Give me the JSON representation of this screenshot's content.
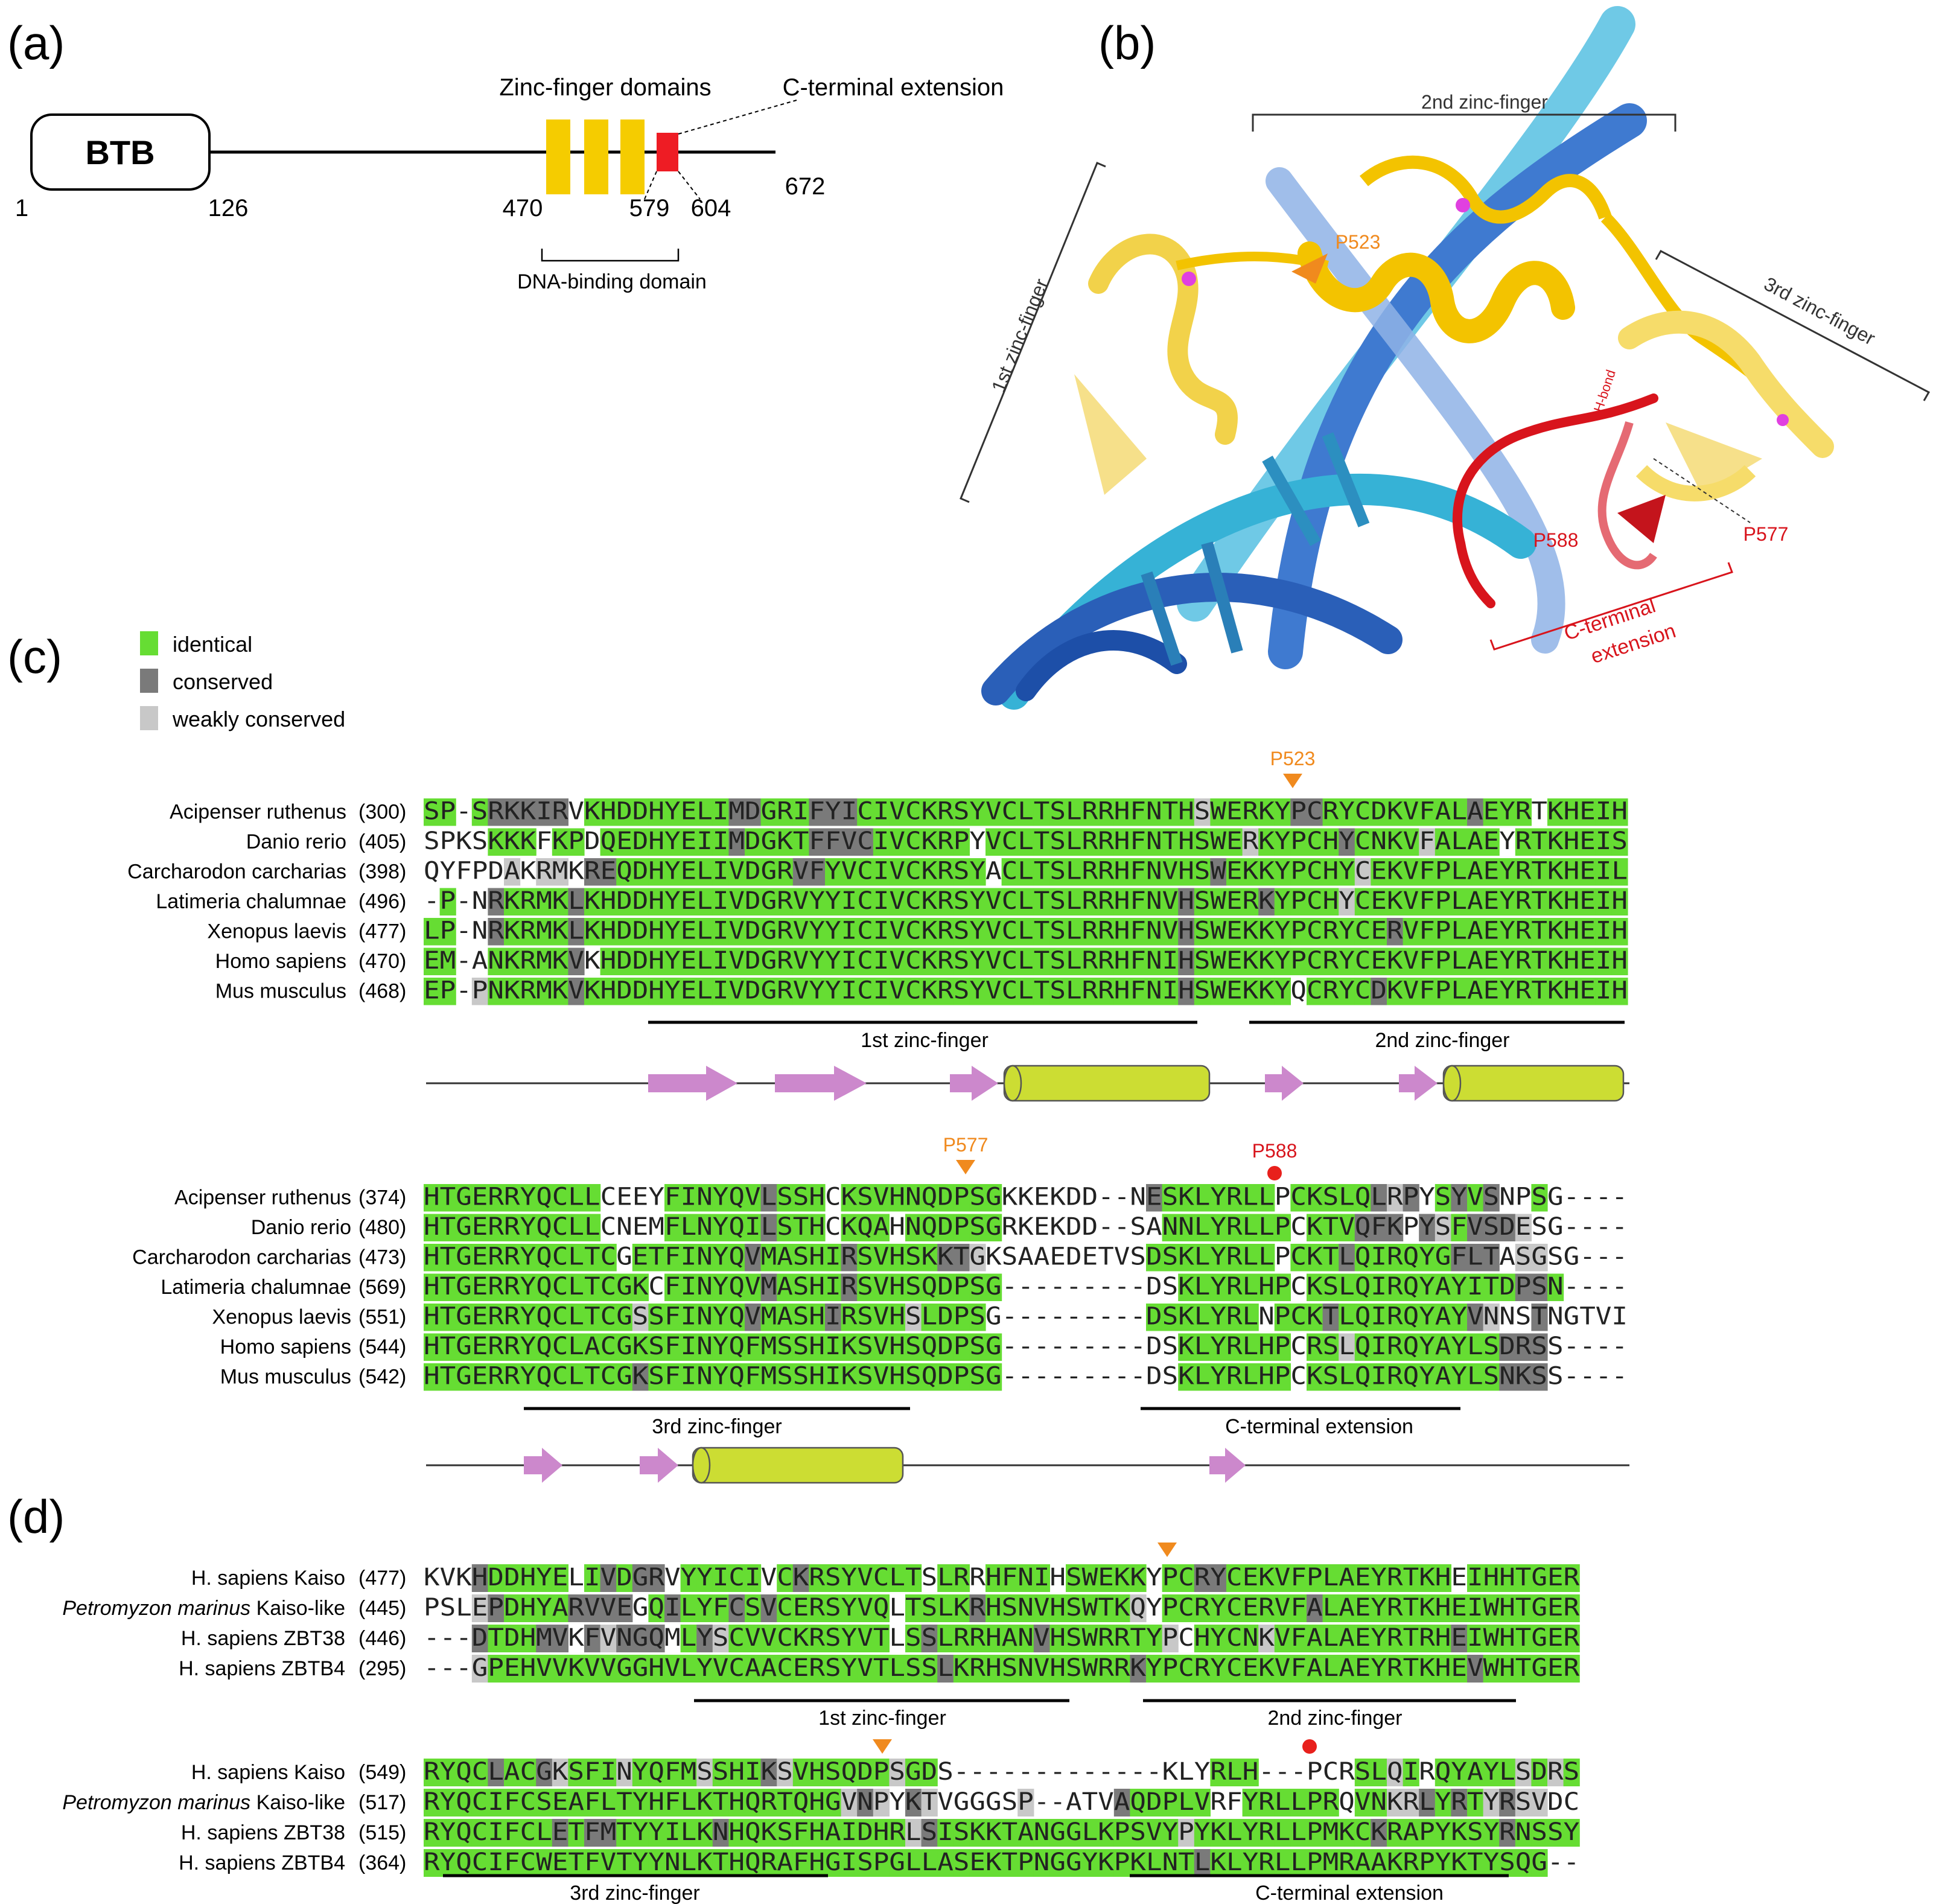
{
  "panel_labels": {
    "a": "(a)",
    "b": "(b)",
    "c": "(c)",
    "d": "(d)"
  },
  "colors": {
    "identical": "#66dd33",
    "conserved": "#7a7a7a",
    "weak": "#c8c8c8",
    "zinc_domain": "#f5cc00",
    "c_term": "#ee1c24",
    "strand": "#cc88cc",
    "helix": "#ccdd33",
    "orange_marker": "#f08a1e",
    "red_marker": "#e8201c"
  },
  "panel_a": {
    "btb_label": "BTB",
    "zinc_label": "Zinc-finger domains",
    "cterm_label": "C-terminal extension",
    "dbd_label": "DNA-binding domain",
    "numbers": {
      "n1": "1",
      "n126": "126",
      "n470": "470",
      "n579": "579",
      "n604": "604",
      "n672": "672"
    }
  },
  "panel_b": {
    "zf1": "1st zinc-finger",
    "zf2": "2nd zinc-finger",
    "zf3": "3rd zinc-finger",
    "cterm": "C-terminal extension",
    "hbond": "H-bond",
    "p523": "P523",
    "p577": "P577",
    "p588": "P588"
  },
  "legend": {
    "identical": "identical",
    "conserved": "conserved",
    "weak": "weakly conserved"
  },
  "panel_c": {
    "block1": {
      "marker_label": "P523",
      "rows": [
        {
          "name": "Acipenser ruthenus",
          "num": "(300)",
          "seq": "SP-SRKKIRVKHDDHYELIMDGRIFYICIVCKRSYVCLTSLRRHFNTHSWERKYPCRYCDKVFALAEYRTKHEIH",
          "shade": "ii.iccccc.iiiiiiiiicciiiccciiiiiiiiiiiiiiiiiiiiiwiiiiicciiiiiiiiiciii.iiiiiiiiiiii"
        },
        {
          "name": "Danio rerio",
          "num": "(405)",
          "seq": "SPKSKKKFKPDQEDHYEIIMDGKTFFVCIVCKRPYVCLTSLRRHFNTHSWERKYPCHYCNKVFALAEYRTKHEIS",
          "shade": "....iii.ii.iiiiiiiiciiiicccciiiiii.iiiiiiiiiiiiiiiiwiiiiiciiiiwiiii.iiiiiiiiiiii."
        },
        {
          "name": "Carcharodon carcharias",
          "num": "(398)",
          "seq": "QYFPDAKRMKREQDHYELIVDGRVFYVCIVCKRSYACLTSLRRHFNVHSWEKKYPCHYCEKVFPLAEYRTKHEIL",
          "shade": ".....w.ww.cciiiiiiiiiiicciiiiiiiiii.iiiiiiiiiiiiiciiiiiiiiwiiiiiiiiiiiiiiiiiii."
        },
        {
          "name": "Latimeria chalumnae",
          "num": "(496)",
          "seq": "-P-NRKRMKLKHDDHYELIVDGRVYYICIVCKRSYVCLTSLRRHFNVHSWERKYPCHYCEKVFPLAEYRTKHEIH",
          "shade": ".i..ciiiiciiiiiiiiiiiiiiiiiiiiiiiiiiiiiiiiiiiiiciiiiciiiiwiiiiiiiiiiiiiiiiiiiii"
        },
        {
          "name": "Xenopus laevis",
          "num": "(477)",
          "seq": "LP-NRKRMKLKHDDHYELIVDGRVYYICIVCKRSYVCLTSLRRHFNVHSWEKKYPCRYCERVFPLAEYRTKHEIH",
          "shade": "ii..ciiiiciiiiiiiiiiiiiiiiiiiiiiiiiiiiiiiiiiiiiciiiiiiiiiiiiciiiiiiiiiiiiiiiiii"
        },
        {
          "name": "Homo sapiens",
          "num": "(470)",
          "seq": "EM-ANKRMKVKHDDHYELIVDGRVYYICIVCKRSYVCLTSLRRHFNIHSWEKKYPCRYCEKVFPLAEYRTKHEIH",
          "shade": "ii..iiiiicuiiiiiiiiiiiiiiiiiiiiiiiiiiiiiiiiiiiiciiiiiiiiiiiiiiiiiiiiiiiiiiiiiii"
        },
        {
          "name": "Mus musculus",
          "num": "(468)",
          "seq": "EP-PNKRMKVKHDDHYELIVDGRVYYICIVCKRSYVCLTSLRRHFNIHSWEKKYQCRYCDKVFPLAEYRTKHEIH",
          "shade": "ii.wiiiiiciiiiiiiiiiiiiiiiiiiiiiiiiiiiiiiiiiiiiciiiiii.iiiiciiiiiiiiiiiiiiiiiii"
        }
      ],
      "zf_labels": [
        "1st zinc-finger",
        "2nd zinc-finger"
      ]
    },
    "block2": {
      "marker_p577": "P577",
      "marker_p588": "P588",
      "rows": [
        {
          "name": "Acipenser  ruthenus",
          "num": "(374)",
          "seq": "HTGERRYQCLLCEEYFINYQVLSSHCKSVHNQDPSGKKEKDD--NESKLYRLLPCKSLQLRPYSYVSNPSG----",
          "shade": "iiiiiiiiiii....iiiiiiciii.iiiiiiiiii.........ciiiiiii.iiiiicwc.icic..i.iww...."
        },
        {
          "name": "Danio rerio",
          "num": "(480)",
          "seq": "HTGERRYQCLLCNEMFLNYQILSTHCKQAHNQDPSGRKEKDD--SANNLYRLLPCKTVQFKPYSFVSDESG----",
          "shade": "iiiiiiiiiii....iiiiiiciii.iii.iiiiii..........iiiiiiii.iiiccc.cwicccw.....ww...."
        },
        {
          "name": "Carcharodon carcharias",
          "num": "(473)",
          "seq": "HTGERRYQCLTCGETFINYQVMASHIRSVHSKKTGKSAAEDETVSDSKLYRLLPCKTLQIRQYGFLTASGSG---",
          "shade": "iiiiiiiiiiii.iiiiiiiciiiiiciiiiiccw..........iiiiiiii.iiiciiiiiiccc.ww....."
        },
        {
          "name": "Latimeria chalumnae",
          "num": "(569)",
          "seq": "HTGERRYQCLTCGKCFINYQVMASHIRSVHSQDPSG---------DSKLYRLHPCKSLQIRQYAYITDPSN----",
          "shade": "iiiiiiiiiiiiii.iiiiiiciiiiciiiiiiiiii..........iiiiiii.iiiiiiiiiiiiiccii.i.i...."
        },
        {
          "name": "Xenopus laevis",
          "num": "(551)",
          "seq": "HTGERRYQCLTCGSSFINYQVMASHIRSVHSLDPSG---------DSKLYRLNPCKTLQIRQYAYVNNSTNGTVI",
          "shade": "iiiiiiiiiiiiiwiiiiiiciiiiciiiiwiiii..........iiiiiii.iiiciiiiiiiicw..c....."
        },
        {
          "name": "Homo sapiens",
          "num": "(544)",
          "seq": "HTGERRYQCLACGKSFINYQFMSSHIKSVHSQDPSG---------DSKLYRLHPCRSLQIRQYAYLSDRSS----",
          "shade": "iiiiiiiiiiiiiiiiiiiiiiiiiiiiiiiiiiiii..........iiiiiii.iiwiiiiiiiiiccc.ii.i...."
        },
        {
          "name": "Mus musculus",
          "num": "(542)",
          "seq": "HTGERRYQCLTCGKSFINYQFMSSHIKSVHSQDPSG---------DSKLYRLHPCKSLQIRQYAYLSNKSS----",
          "shade": "iiiiiiiiiiiiiciiiiiiiiiiiiiiiiiiiiiii..........iiiiiii.iiiiiiiiiiiiccc..ii.i...."
        }
      ],
      "zf_labels": [
        "3rd zinc-finger",
        "C-terminal extension"
      ]
    }
  },
  "panel_d": {
    "block1": {
      "rows": [
        {
          "name": "H. sapiens Kaiso",
          "italic": "",
          "suffix": "",
          "num": "(477)",
          "seq": "KVKHDDHYELIVDGRVYYICIVCKRSYVCLTSLRRHFNIHSWEKKYPCRYCEKVFPLAEYRTKHEIHHTGER",
          "shade": "...ciiiii.icicc.iiiii.iciiiiiii.ii.iiii.iiiii.iicciiiiiiiiiiiiii.iiiiiii.iiiiii"
        },
        {
          "name": "Kaiso-like",
          "italic": "Petromyzon marinus",
          "suffix": "",
          "num": "(445)",
          "seq": "PSLEPDHYARVVEGQILYFCSVCERSYVQLTSLKRHSNVHSWTKQYPCRYCERVFALAEYRTKHEIWHTGER",
          "shade": "...wciiiicccc.iciiiciciiiiiii.iiiiciiiiiiiiiw.iiiiiiiiiciiiiiiiiiiiiiiiiiiii"
        },
        {
          "name": "H. sapiens ZBT38",
          "italic": "",
          "suffix": "",
          "num": "(446)",
          "seq": "---DTDHMVKFVNGQMLYSCVVCKRSYVTLSSLRRHANVHSWRRTYPCHYCNKVFALAEYRTRHEIWHTGER",
          "shade": "...ciiicc.cwccc.icwiiiiiiiiii.iciiiiiiciiiiiiiw.iiiiwiiiiiiiiiiiciiiiiiiiiiiii"
        },
        {
          "name": "H. sapiens ZBTB4",
          "italic": "",
          "suffix": "",
          "num": "(295)",
          "seq": "---GPEHVVKVVGGHVLYVCAACERSYVTLSSLKRHSNVHSWRRKYPCRYCEKVFALAEYRTKHEVWHTGER",
          "shade": "...wiiiiiiiiiiiiiiiiiiiiiiiiiiiiciiiiiiiiiiiciiiiiiiiiiiiiiiiiiiiciiiiiiiiii"
        }
      ],
      "zf_labels": [
        "1st zinc-finger",
        "2nd zinc-finger"
      ]
    },
    "block2": {
      "rows": [
        {
          "name": "H. sapiens Kaiso",
          "italic": "",
          "suffix": "",
          "num": "(549)",
          "seq": "RYQCLACGKSFINYQFMSSHIKSVHSQDPSGDS-------------KLYRLH---PCRSLQIRQYAYLSDRS",
          "shade": "iiiiciicwiiiwiiiiwiiicwiiiiiiwii.................iiiii....iiwi.iiiiiwiwiii..."
        },
        {
          "name": "Kaiso-like",
          "italic": "Petromyzon marinus",
          "suffix": "",
          "num": "(517)",
          "seq": "RYQCIFCSEAFLTYHFLKTHQRTQHGVNPYKTVGGGSP--ATVAQDPLVRFYRLLPRQVNKRLYRTYRSVDC",
          "shade": "iiiiiiiiiiiiiiiiiiiiiiiiiiwcw.cw.....wc....ciiiii..iiiiii.iiwwciciwcww..."
        },
        {
          "name": "H. sapiens ZBT38",
          "italic": "",
          "suffix": "",
          "num": "(515)",
          "seq": "RYQCIFCLETFMTYYILKNHQKSFHAIDHRLSISKKTANGGLKPSVYPYKLYRLLPMKCKRAPYKSYRNSSY",
          "shade": "iiiiiiiicicciiiiiiciiiiiiiiiiiwciiiiiiiiiiiiiiiwiiiiiiiiiiiciiiiiiiciiiii."
        },
        {
          "name": "H. sapiens ZBTB4",
          "italic": "",
          "suffix": "",
          "num": "(364)",
          "seq": "RYQCIFCWETFVTYYNLKTHQRAFHGISPGLLASEKTPNGGYKPKLNTLKLYRLLPMRAAKRPYKTYSQG--",
          "shade": "iiiiiiiiiiiiiiiiiiiiiiiiiiiiiiiiiiiiiiiiiiiiiiiiciiiiiiiiiiiiiiiiiiiiiii......"
        }
      ],
      "zf_labels": [
        "3rd zinc-finger",
        "C-terminal extension"
      ]
    }
  }
}
